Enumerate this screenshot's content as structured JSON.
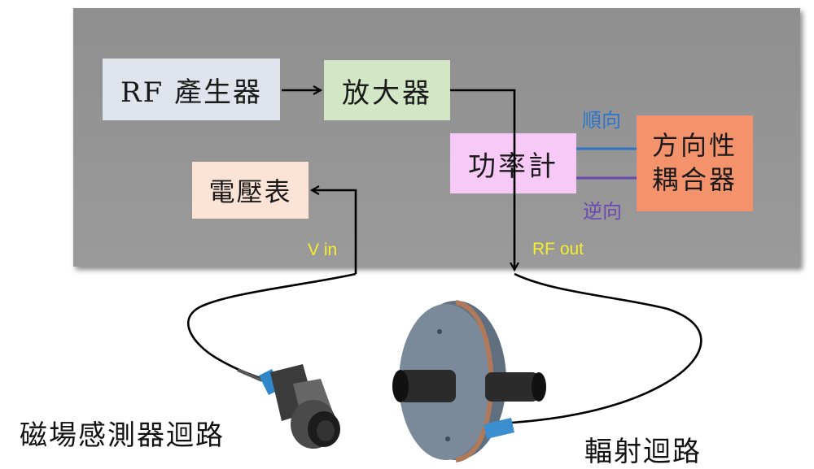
{
  "blocks": {
    "rf_generator": "RF 產生器",
    "amplifier": "放大器",
    "power_meter": "功率計",
    "coupler_line1": "方向性",
    "coupler_line2": "耦合器",
    "voltmeter": "電壓表"
  },
  "signals": {
    "forward": "順向",
    "reverse": "逆向",
    "v_in": "V in",
    "rf_out": "RF out"
  },
  "captions": {
    "magnetic_probe": "磁場感測器迴路",
    "radiating_loop": "輻射迴路"
  },
  "colors": {
    "panel": "#959595",
    "rf_generator": "#dfe4ed",
    "amplifier": "#d3e6c6",
    "power_meter": "#f7c9f7",
    "coupler": "#f4936b",
    "voltmeter": "#fbe3d6",
    "forward_line": "#2e74c8",
    "reverse_line": "#6a48b0",
    "signal_labels": "#f6ee2a"
  }
}
